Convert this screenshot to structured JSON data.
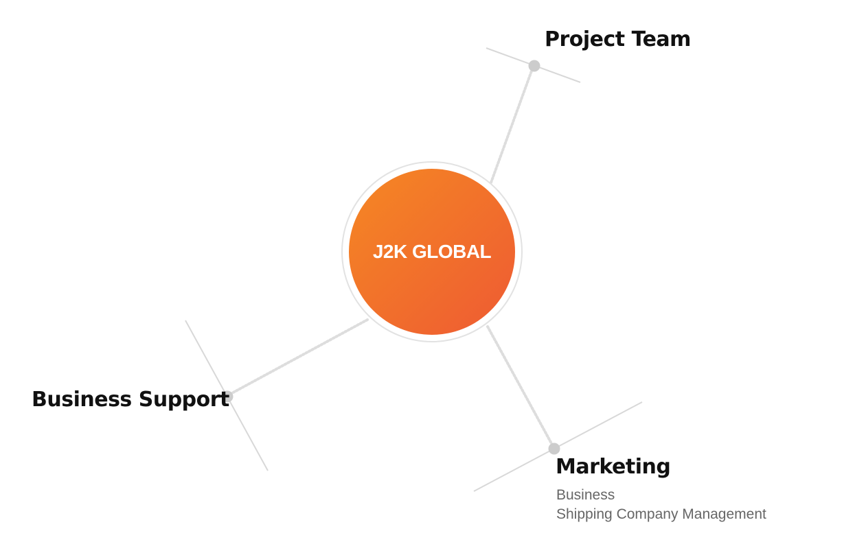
{
  "center": {
    "label": "J2K GLOBAL"
  },
  "nodes": {
    "project_team": {
      "title": "Project Team"
    },
    "business_support": {
      "title": "Business Support"
    },
    "marketing": {
      "title": "Marketing",
      "items": [
        "Business",
        "Shipping Company Management"
      ]
    }
  },
  "colors": {
    "gradient_start": "#F58823",
    "gradient_end": "#EE5A33",
    "connector": "#DDDDDD",
    "node_dot": "#CCCCCC",
    "ring": "#E2E2E2"
  }
}
